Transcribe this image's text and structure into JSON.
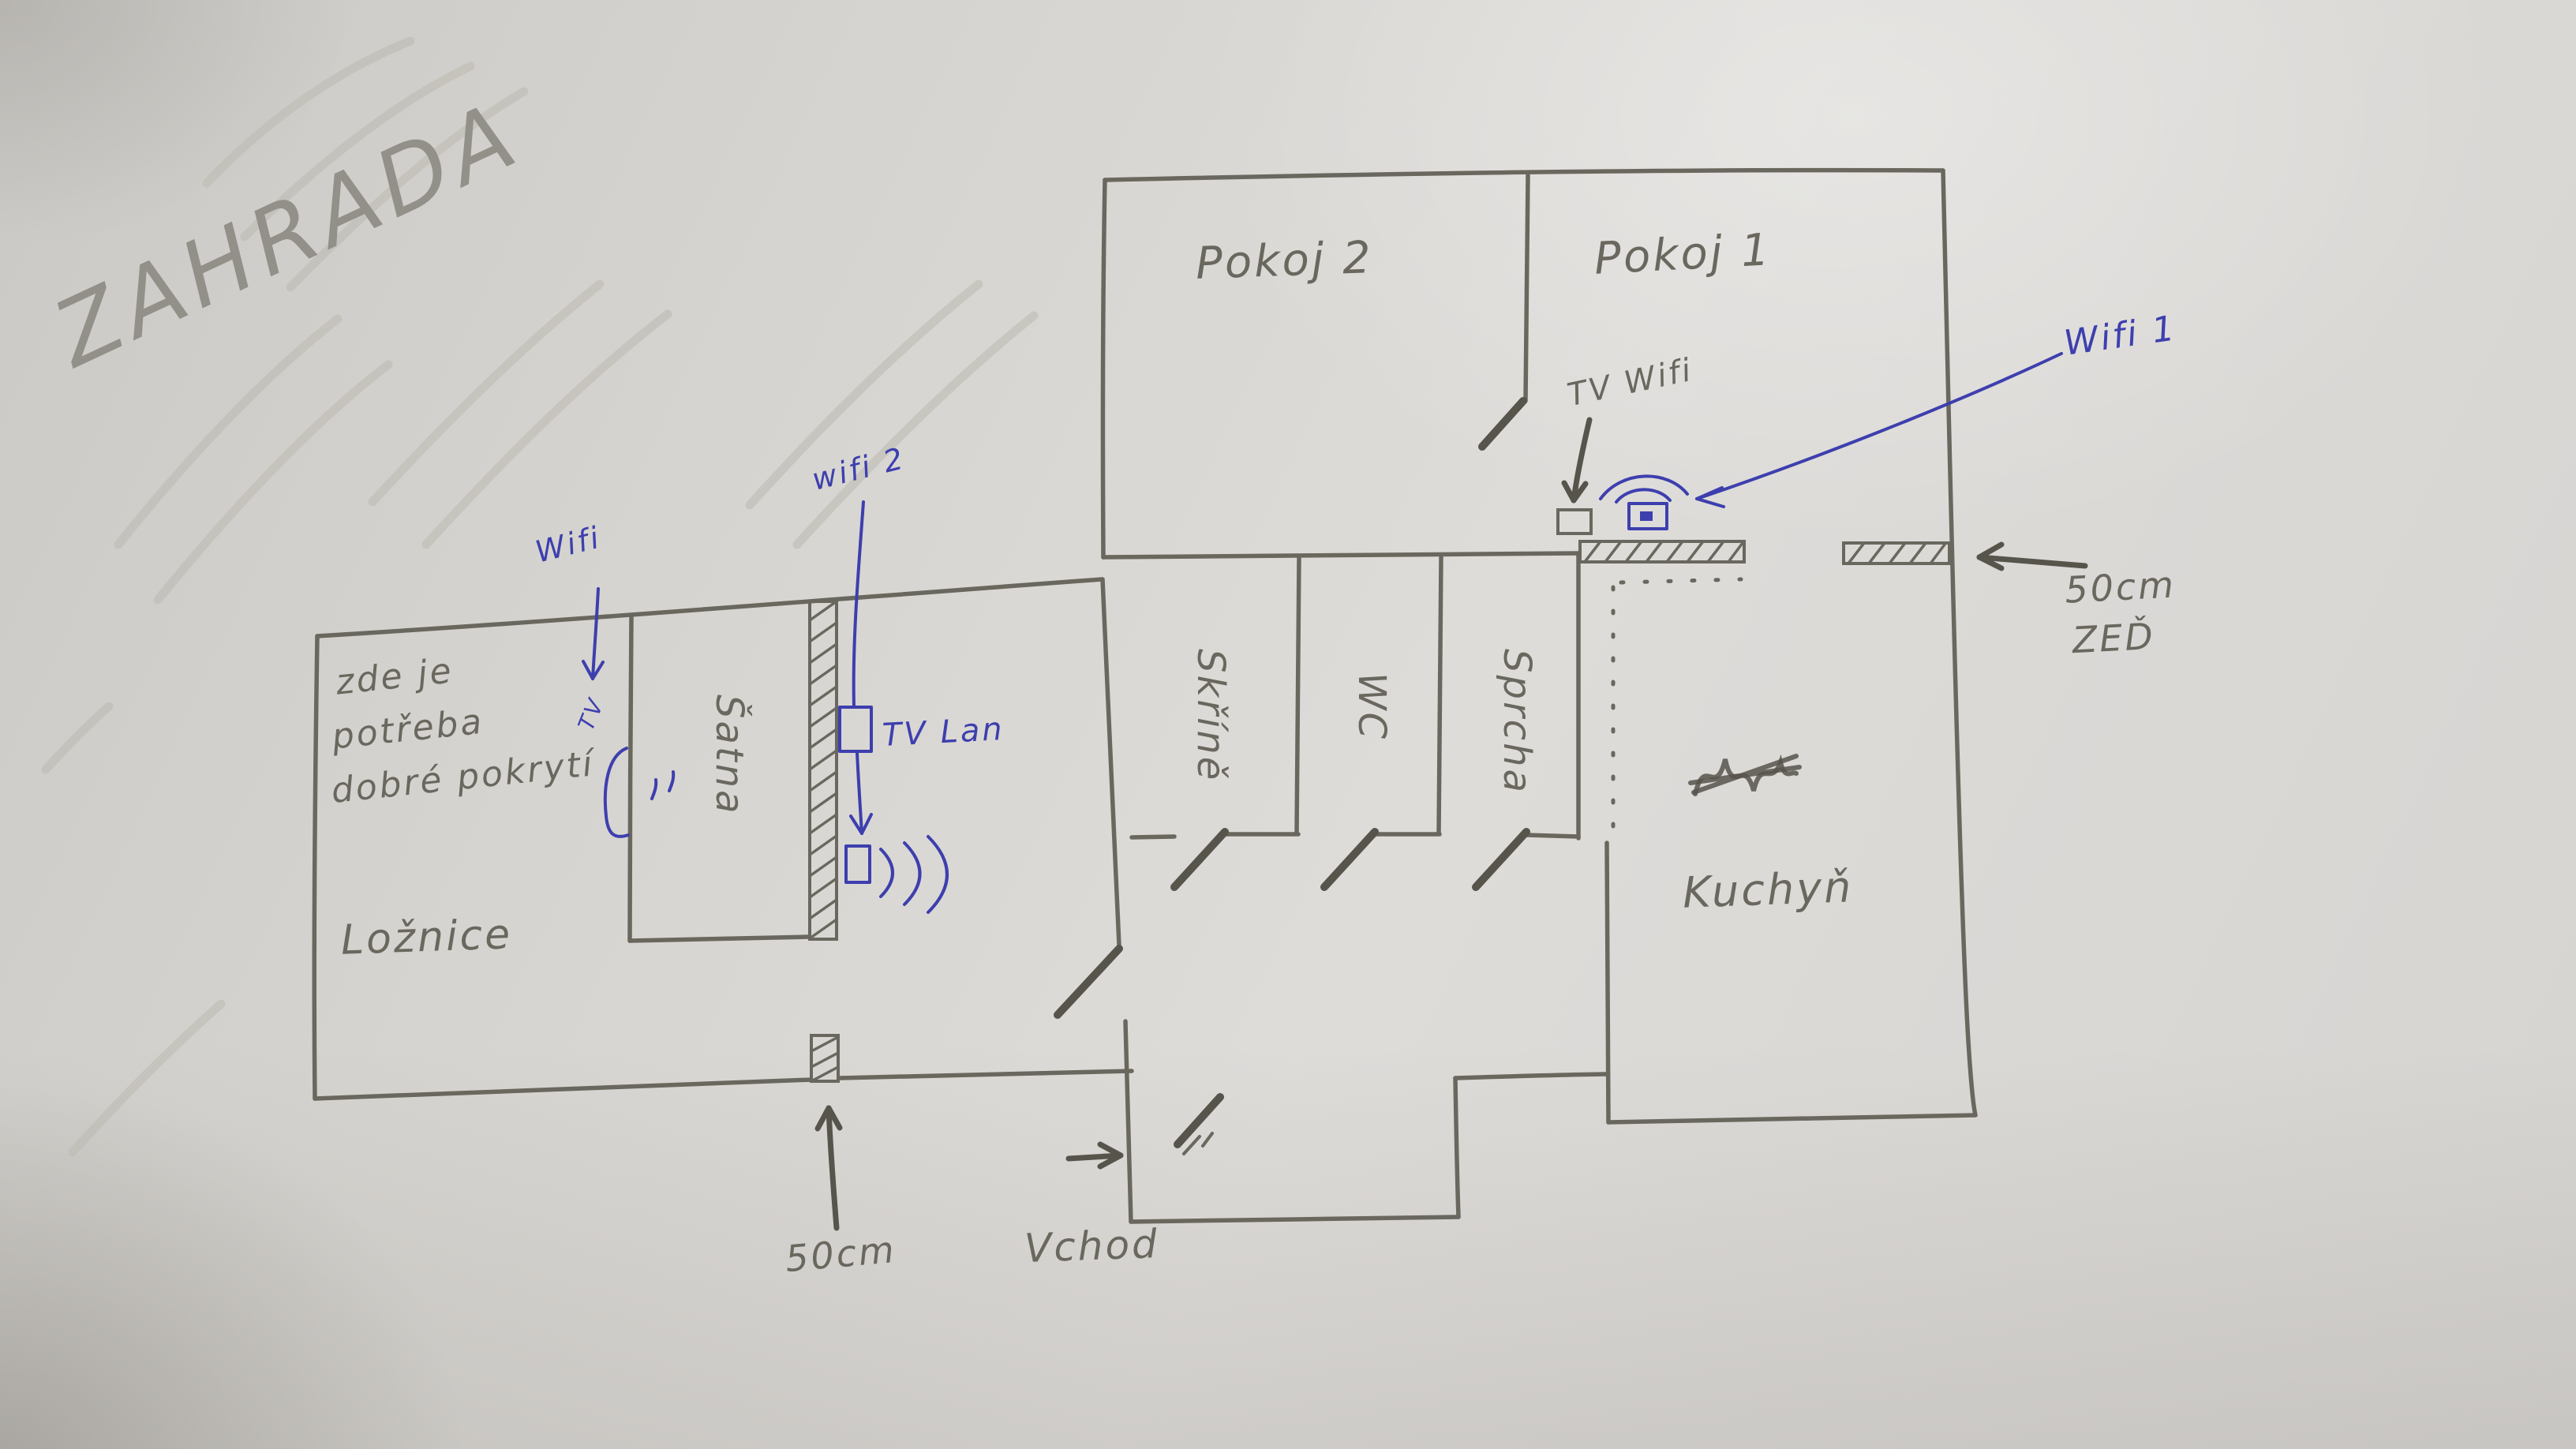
{
  "colors": {
    "paper": "#d7d5d1",
    "pencil": "#6a675e",
    "pencil_dark": "#57544c",
    "pencil_faint": "#93908a",
    "pencil_light": "#bdbab3",
    "ink": "#3d3fae"
  },
  "labels": {
    "garden": "ZAHRADA",
    "room2": "Pokoj 2",
    "room1": "Pokoj 1",
    "wifi1": "Wifi 1",
    "tv_wifi": "TV Wifi",
    "wifi2": "wifi 2",
    "wifi": "Wifi",
    "tv": "TV",
    "tv_lan": "TV Lan",
    "closet": "Šatna",
    "coverage_line1": "zde je",
    "coverage_line2": "potřeba",
    "coverage_line3": "dobré pokrytí",
    "bedroom": "Ložnice",
    "wardrobes": "Skříně",
    "wc": "WC",
    "shower": "Sprcha",
    "kitchen": "Kuchyň",
    "wall50_line1": "50cm",
    "wall50_line2": "ZEĎ",
    "wall50_bottom": "50cm",
    "entrance": "Vchod"
  }
}
